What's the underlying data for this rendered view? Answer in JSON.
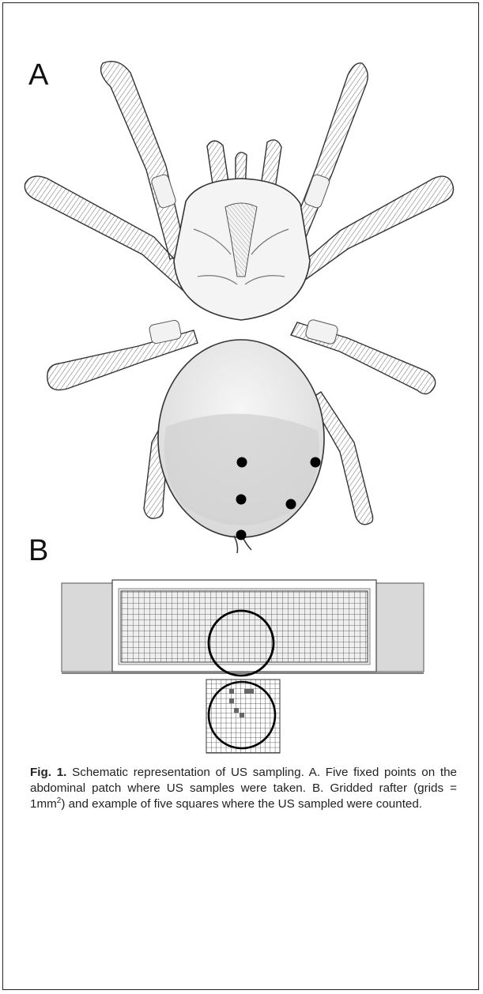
{
  "panel_a": {
    "letter": "A"
  },
  "panel_b": {
    "letter": "B"
  },
  "caption": {
    "label": "Fig. 1.",
    "text_1": " Schematic representation of US sampling. A. Five fixed points on the abdominal patch where US samples were taken. B. Gridded rafter (grids = 1mm",
    "superscript": "2",
    "text_2": ") and example of five squares where the US sampled were counted."
  },
  "sampling_points_count": 5,
  "highlighted_squares_count": 5
}
